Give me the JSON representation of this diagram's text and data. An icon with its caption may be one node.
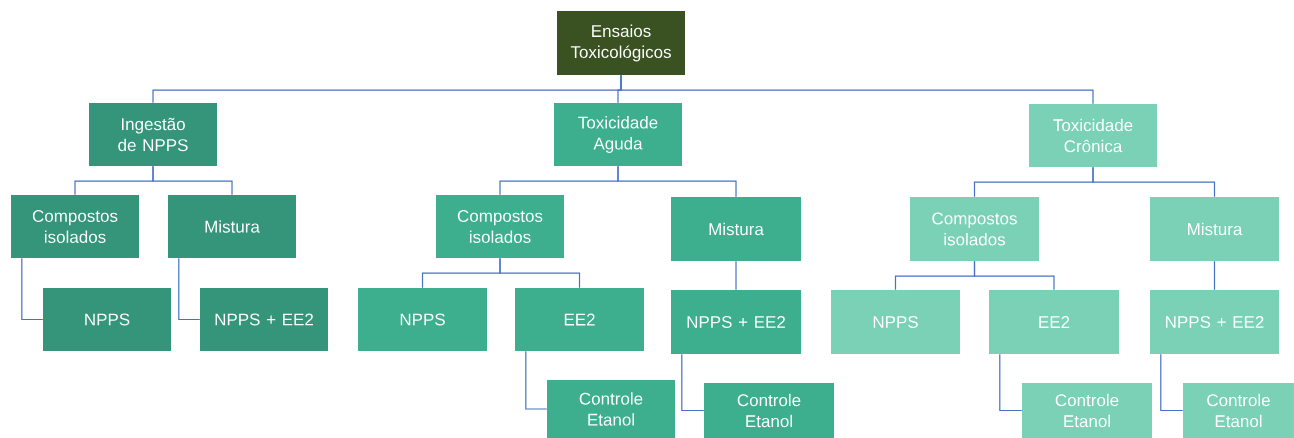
{
  "diagram": {
    "nodes": [
      {
        "text": [
          "Ensaios Toxicológicos"
        ]
      },
      {
        "text": [
          "Ingestão de NPPS"
        ]
      },
      {
        "text": [
          "Toxicidade Aguda"
        ]
      },
      {
        "text": [
          "Toxicidade Crônica"
        ]
      },
      {
        "text": [
          "Compostos isolados"
        ]
      },
      {
        "text": [
          "Mistura"
        ]
      },
      {
        "text": [
          "NPPS"
        ]
      },
      {
        "text": [
          "NPPS + EE2"
        ]
      },
      {
        "text": [
          "Compostos isolados"
        ]
      },
      {
        "text": [
          "Mistura"
        ]
      },
      {
        "text": [
          "NPPS"
        ]
      },
      {
        "text": [
          "EE2"
        ]
      },
      {
        "text": [
          "NPPS + EE2"
        ]
      },
      {
        "text": [
          "Controle Etanol"
        ]
      },
      {
        "text": [
          "Controle Etanol"
        ]
      },
      {
        "text": [
          "Compostos isolados"
        ]
      },
      {
        "text": [
          "Mistura"
        ]
      },
      {
        "text": [
          "NPPS"
        ]
      },
      {
        "text": [
          "EE2"
        ]
      },
      {
        "text": [
          "NPPS + EE2"
        ]
      },
      {
        "text": [
          "Controle Etanol"
        ]
      },
      {
        "text": [
          "Controle Etanol"
        ]
      }
    ],
    "edges": [
      {
        "from": 0,
        "to": 1,
        "arrow": "none"
      },
      {
        "from": 0,
        "to": 2,
        "arrow": "none"
      },
      {
        "from": 0,
        "to": 3,
        "arrow": "none"
      },
      {
        "from": 1,
        "to": 4,
        "arrow": "none"
      },
      {
        "from": 1,
        "to": 5,
        "arrow": "none"
      },
      {
        "from": 4,
        "to": 6,
        "arrow": "none"
      },
      {
        "from": 5,
        "to": 7,
        "arrow": "none"
      },
      {
        "from": 2,
        "to": 8,
        "arrow": "none"
      },
      {
        "from": 2,
        "to": 9,
        "arrow": "none"
      },
      {
        "from": 8,
        "to": 10,
        "arrow": "none"
      },
      {
        "from": 8,
        "to": 11,
        "arrow": "none"
      },
      {
        "from": 9,
        "to": 12,
        "arrow": "none"
      },
      {
        "from": 11,
        "to": 13,
        "arrow": "none"
      },
      {
        "from": 12,
        "to": 14,
        "arrow": "none"
      },
      {
        "from": 3,
        "to": 15,
        "arrow": "none"
      },
      {
        "from": 3,
        "to": 16,
        "arrow": "none"
      },
      {
        "from": 15,
        "to": 17,
        "arrow": "none"
      },
      {
        "from": 15,
        "to": 18,
        "arrow": "none"
      },
      {
        "from": 16,
        "to": 19,
        "arrow": "none"
      },
      {
        "from": 18,
        "to": 20,
        "arrow": "none"
      },
      {
        "from": 19,
        "to": 21,
        "arrow": "none"
      }
    ]
  }
}
